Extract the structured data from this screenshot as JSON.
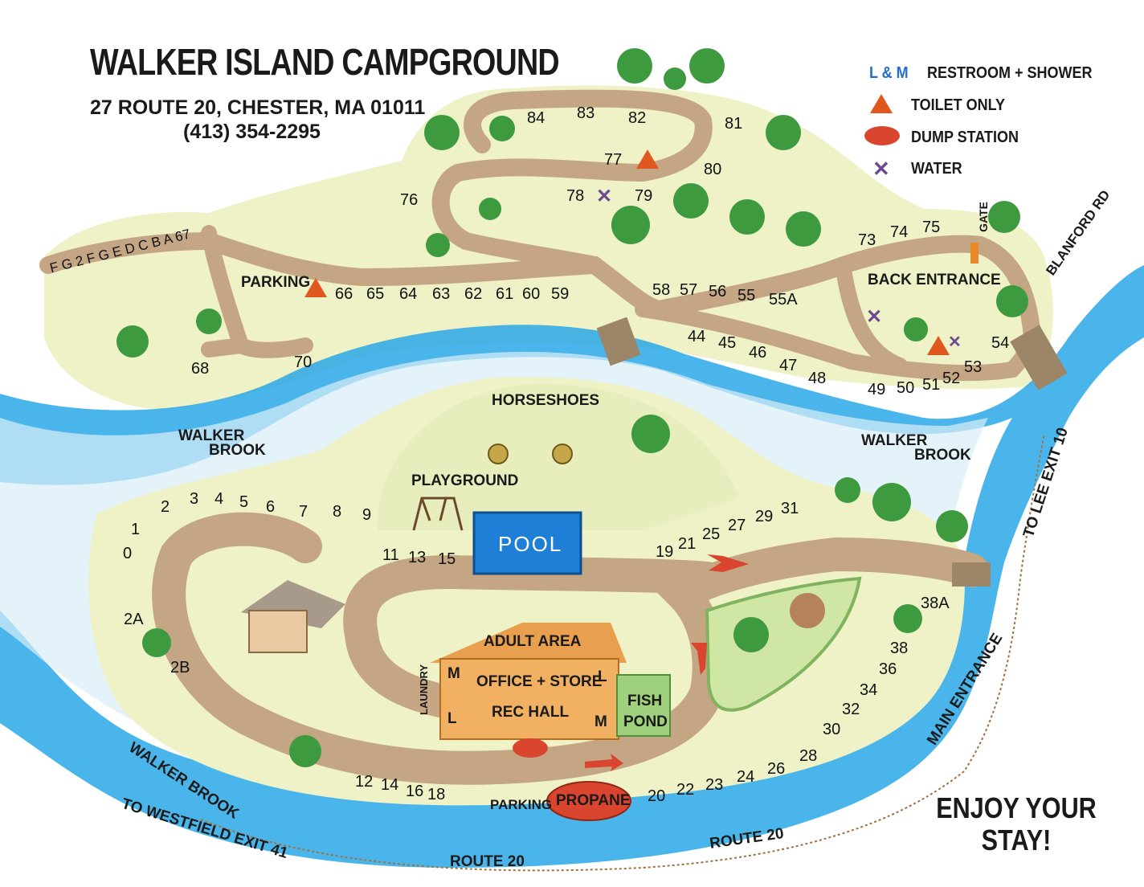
{
  "header": {
    "title": "WALKER ISLAND CAMPGROUND",
    "address": "27 ROUTE 20, CHESTER, MA 01011",
    "phone": "(413) 354-2295"
  },
  "legend": {
    "lm_key": "L & M",
    "restroom": "RESTROOM + SHOWER",
    "toilet": "TOILET ONLY",
    "dump": "DUMP STATION",
    "water": "WATER"
  },
  "labels": {
    "parking": "PARKING",
    "gate": "GATE",
    "back_entrance": "BACK ENTRANCE",
    "blanford_rd": "BLANFORD RD",
    "walker_brook": "WALKER BROOK",
    "walker": "WALKER",
    "brook": "BROOK",
    "horseshoes": "HORSESHOES",
    "playground": "PLAYGROUND",
    "pool": "POOL",
    "adult_area": "ADULT AREA",
    "office_store": "OFFICE + STORE",
    "rec_hall": "REC HALL",
    "laundry": "LAUNDRY",
    "m": "M",
    "l": "L",
    "fish": "FISH",
    "pond": "POND",
    "propane": "PROPANE",
    "parking_bottom": "PARKING",
    "to_lee": "TO LEE EXIT 10",
    "to_westfield": "TO WESTFIELD EXIT 41",
    "main_entrance": "MAIN ENTRANCE",
    "route20": "ROUTE 20",
    "enjoy1": "ENJOY YOUR",
    "enjoy2": "STAY!"
  },
  "sites": {
    "s84": "84",
    "s83": "83",
    "s82": "82",
    "s81": "81",
    "s77": "77",
    "s80": "80",
    "s78": "78",
    "s79": "79",
    "s76": "76",
    "s73": "73",
    "s74": "74",
    "s75": "75",
    "row_a": "F G 2 F G E D C B A 67",
    "s66": "66",
    "s65": "65",
    "s64": "64",
    "s63": "63",
    "s62": "62",
    "s61": "61",
    "s60": "60",
    "s59": "59",
    "s58": "58",
    "s57": "57",
    "s56": "56",
    "s55": "55",
    "s55a": "55A",
    "s44": "44",
    "s45": "45",
    "s46": "46",
    "s47": "47",
    "s48": "48",
    "s49": "49",
    "s50": "50",
    "s51": "51",
    "s52": "52",
    "s53": "53",
    "s54": "54",
    "s68": "68",
    "s70": "70",
    "s0": "0",
    "s1": "1",
    "s2": "2",
    "s3": "3",
    "s4": "4",
    "s5": "5",
    "s6": "6",
    "s7": "7",
    "s8": "8",
    "s9": "9",
    "s11": "11",
    "s13": "13",
    "s15": "15",
    "s19": "19",
    "s21": "21",
    "s25": "25",
    "s27": "27",
    "s29": "29",
    "s31": "31",
    "s2a": "2A",
    "s2b": "2B",
    "s38a": "38A",
    "s38": "38",
    "s36": "36",
    "s34": "34",
    "s32": "32",
    "s30": "30",
    "s28": "28",
    "s26": "26",
    "s24": "24",
    "s23": "23",
    "s22": "22",
    "s20": "20",
    "s12": "12",
    "s14": "14",
    "s16": "16",
    "s18": "18"
  },
  "colors": {
    "grass": "#eef2c6",
    "road": "#c4a584",
    "water": "#2aa8e6",
    "tree": "#3e9a3e",
    "pool": "#1f7fd6",
    "office": "#e8a04f",
    "fish_pond": "#9fd17c",
    "propane": "#d9452e",
    "toilet": "#e0571f",
    "water_marker": "#6b4a8f",
    "legend_blue": "#1f6fd0"
  }
}
